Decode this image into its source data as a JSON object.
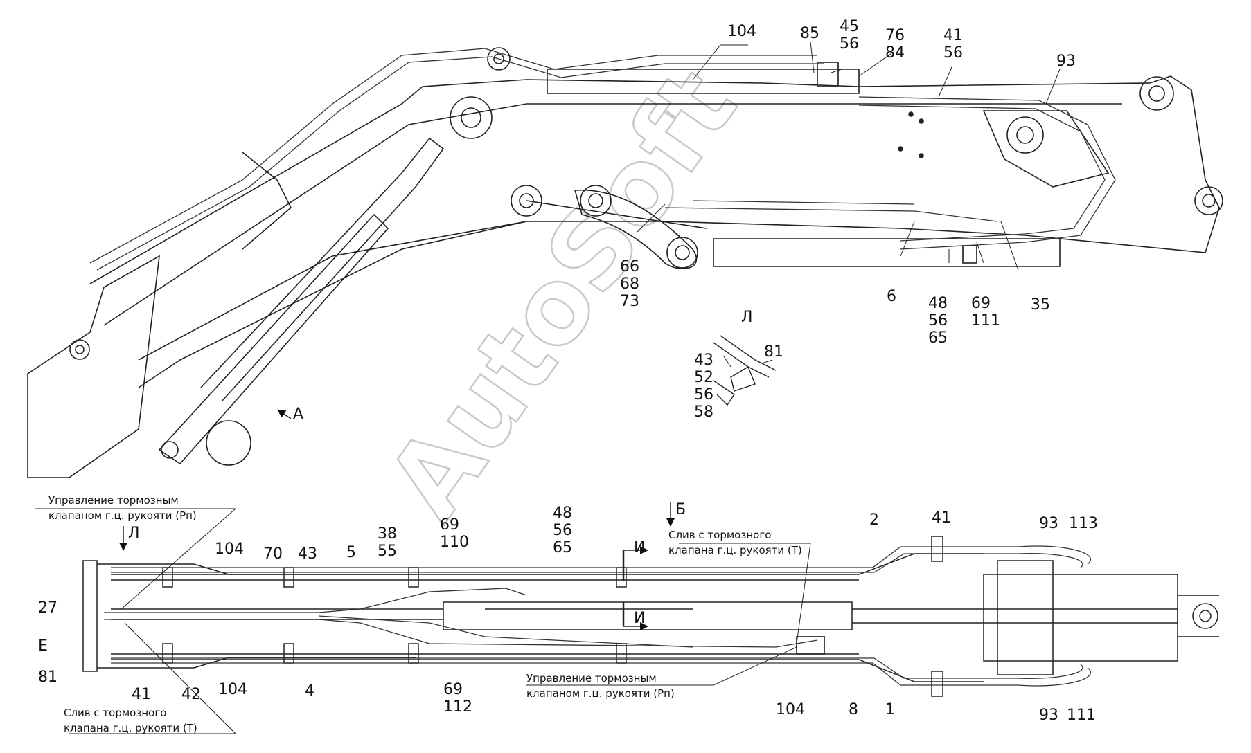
{
  "watermark": "AutoSoft",
  "view_markers": {
    "view_a": "А",
    "view_b": "Б",
    "view_l_top": "Л",
    "view_l_bottom": "Л",
    "view_e": "Е",
    "section_i_top": "И",
    "section_i_bottom": "И"
  },
  "top_callouts": [
    {
      "id": "c104t",
      "lines": [
        "104"
      ]
    },
    {
      "id": "c85",
      "lines": [
        "85"
      ]
    },
    {
      "id": "c45",
      "lines": [
        "45",
        "56"
      ]
    },
    {
      "id": "c76",
      "lines": [
        "76",
        "84"
      ]
    },
    {
      "id": "c41t",
      "lines": [
        "41",
        "56"
      ]
    },
    {
      "id": "c93t",
      "lines": [
        "93"
      ]
    },
    {
      "id": "c66",
      "lines": [
        "66",
        "68",
        "73"
      ]
    },
    {
      "id": "c6",
      "lines": [
        "6"
      ]
    },
    {
      "id": "c48t",
      "lines": [
        "48",
        "56",
        "65"
      ]
    },
    {
      "id": "c69t",
      "lines": [
        "69",
        "111"
      ]
    },
    {
      "id": "c35",
      "lines": [
        "35"
      ]
    },
    {
      "id": "c43t",
      "lines": [
        "43",
        "52",
        "56",
        "58"
      ]
    },
    {
      "id": "c81t",
      "lines": [
        "81"
      ]
    }
  ],
  "bottom_callouts": [
    {
      "id": "c104a",
      "lines": [
        "104"
      ]
    },
    {
      "id": "c70",
      "lines": [
        "70"
      ]
    },
    {
      "id": "c43b",
      "lines": [
        "43"
      ]
    },
    {
      "id": "c5",
      "lines": [
        "5"
      ]
    },
    {
      "id": "c38",
      "lines": [
        "38",
        "55"
      ]
    },
    {
      "id": "c69b",
      "lines": [
        "69",
        "110"
      ]
    },
    {
      "id": "c48b",
      "lines": [
        "48",
        "56",
        "65"
      ]
    },
    {
      "id": "c2",
      "lines": [
        "2"
      ]
    },
    {
      "id": "c41b",
      "lines": [
        "41"
      ]
    },
    {
      "id": "c93b",
      "lines": [
        "93"
      ]
    },
    {
      "id": "c113",
      "lines": [
        "113"
      ]
    },
    {
      "id": "c27",
      "lines": [
        "27"
      ]
    },
    {
      "id": "c81b",
      "lines": [
        "81"
      ]
    },
    {
      "id": "c41c",
      "lines": [
        "41"
      ]
    },
    {
      "id": "c42",
      "lines": [
        "42"
      ]
    },
    {
      "id": "c104b",
      "lines": [
        "104"
      ]
    },
    {
      "id": "c4",
      "lines": [
        "4"
      ]
    },
    {
      "id": "c69c",
      "lines": [
        "69",
        "112"
      ]
    },
    {
      "id": "c104c",
      "lines": [
        "104"
      ]
    },
    {
      "id": "c8",
      "lines": [
        "8"
      ]
    },
    {
      "id": "c1",
      "lines": [
        "1"
      ]
    },
    {
      "id": "c93c",
      "lines": [
        "93"
      ]
    },
    {
      "id": "c111",
      "lines": [
        "111"
      ]
    }
  ],
  "captions": [
    {
      "id": "cap1",
      "lines": [
        "Управление тормозным",
        "клапаном г.ц. рукояти (Рп)"
      ]
    },
    {
      "id": "cap2",
      "lines": [
        "Слив с тормозного",
        "клапана г.ц. рукояти (Т)"
      ]
    },
    {
      "id": "cap3",
      "lines": [
        "Управление тормозным",
        "клапаном г.ц. рукояти (Рп)"
      ]
    },
    {
      "id": "cap4",
      "lines": [
        "Слив с тормозного",
        "клапана г.ц. рукояти (Т)"
      ]
    }
  ]
}
